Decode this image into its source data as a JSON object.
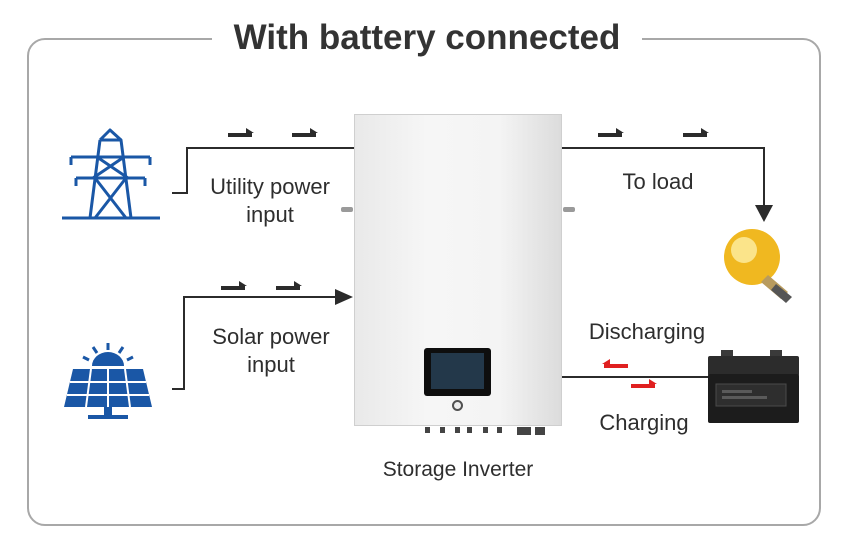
{
  "diagram": {
    "title": "With battery connected",
    "labels": {
      "utility_line1": "Utility power",
      "utility_line2": "input",
      "solar_line1": "Solar power",
      "solar_line2": "input",
      "to_load": "To load",
      "discharging": "Discharging",
      "charging": "Charging",
      "inverter": "Storage Inverter"
    },
    "icons": {
      "utility": "power-tower-icon",
      "solar": "solar-panel-icon",
      "load": "light-bulb-icon",
      "battery": "battery-icon"
    },
    "colors": {
      "icon_blue": "#1a57a6",
      "flow_line": "#2b2b2b",
      "battery_arrow": "#e02020",
      "frame": "#a8a8a8"
    }
  }
}
